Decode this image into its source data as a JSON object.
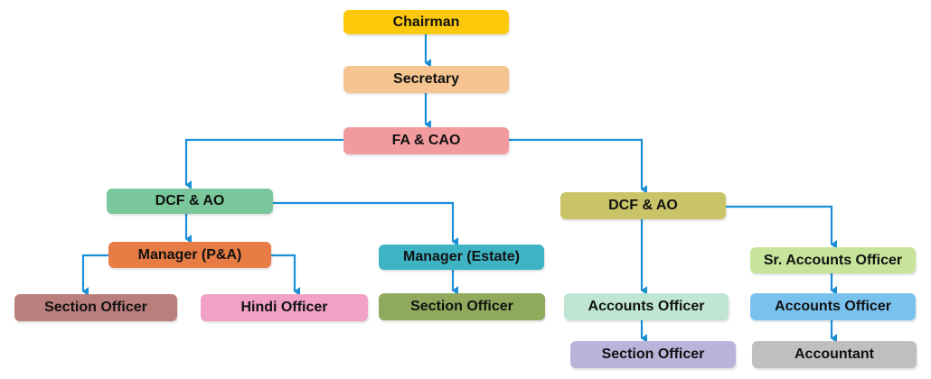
{
  "nodes": {
    "chairman": {
      "label": "Chairman",
      "color": "#FCC80A"
    },
    "secretary": {
      "label": "Secretary",
      "color": "#F5C490"
    },
    "fa_cao": {
      "label": "FA & CAO",
      "color": "#F29B9E"
    },
    "dcf_ao_left": {
      "label": "DCF & AO",
      "color": "#79C79A"
    },
    "manager_pa": {
      "label": "Manager (P&A)",
      "color": "#E87C45"
    },
    "manager_estate": {
      "label": "Manager (Estate)",
      "color": "#3DB3C3"
    },
    "section_officer_1": {
      "label": "Section Officer",
      "color": "#BA7F7D"
    },
    "hindi_officer": {
      "label": "Hindi Officer",
      "color": "#F1A0C6"
    },
    "section_officer_2": {
      "label": "Section Officer",
      "color": "#8FAA5C"
    },
    "dcf_ao_right": {
      "label": "DCF & AO",
      "color": "#C9C468"
    },
    "sr_accounts_officer": {
      "label": "Sr. Accounts Officer",
      "color": "#C6E49A"
    },
    "accounts_officer_1": {
      "label": "Accounts Officer",
      "color": "#BFE6D2"
    },
    "accounts_officer_2": {
      "label": "Accounts Officer",
      "color": "#79C2EE"
    },
    "section_officer_3": {
      "label": "Section Officer",
      "color": "#BAB3DA"
    },
    "accountant": {
      "label": "Accountant",
      "color": "#BFBFBF"
    }
  },
  "connector_color": "#1A8FD6"
}
